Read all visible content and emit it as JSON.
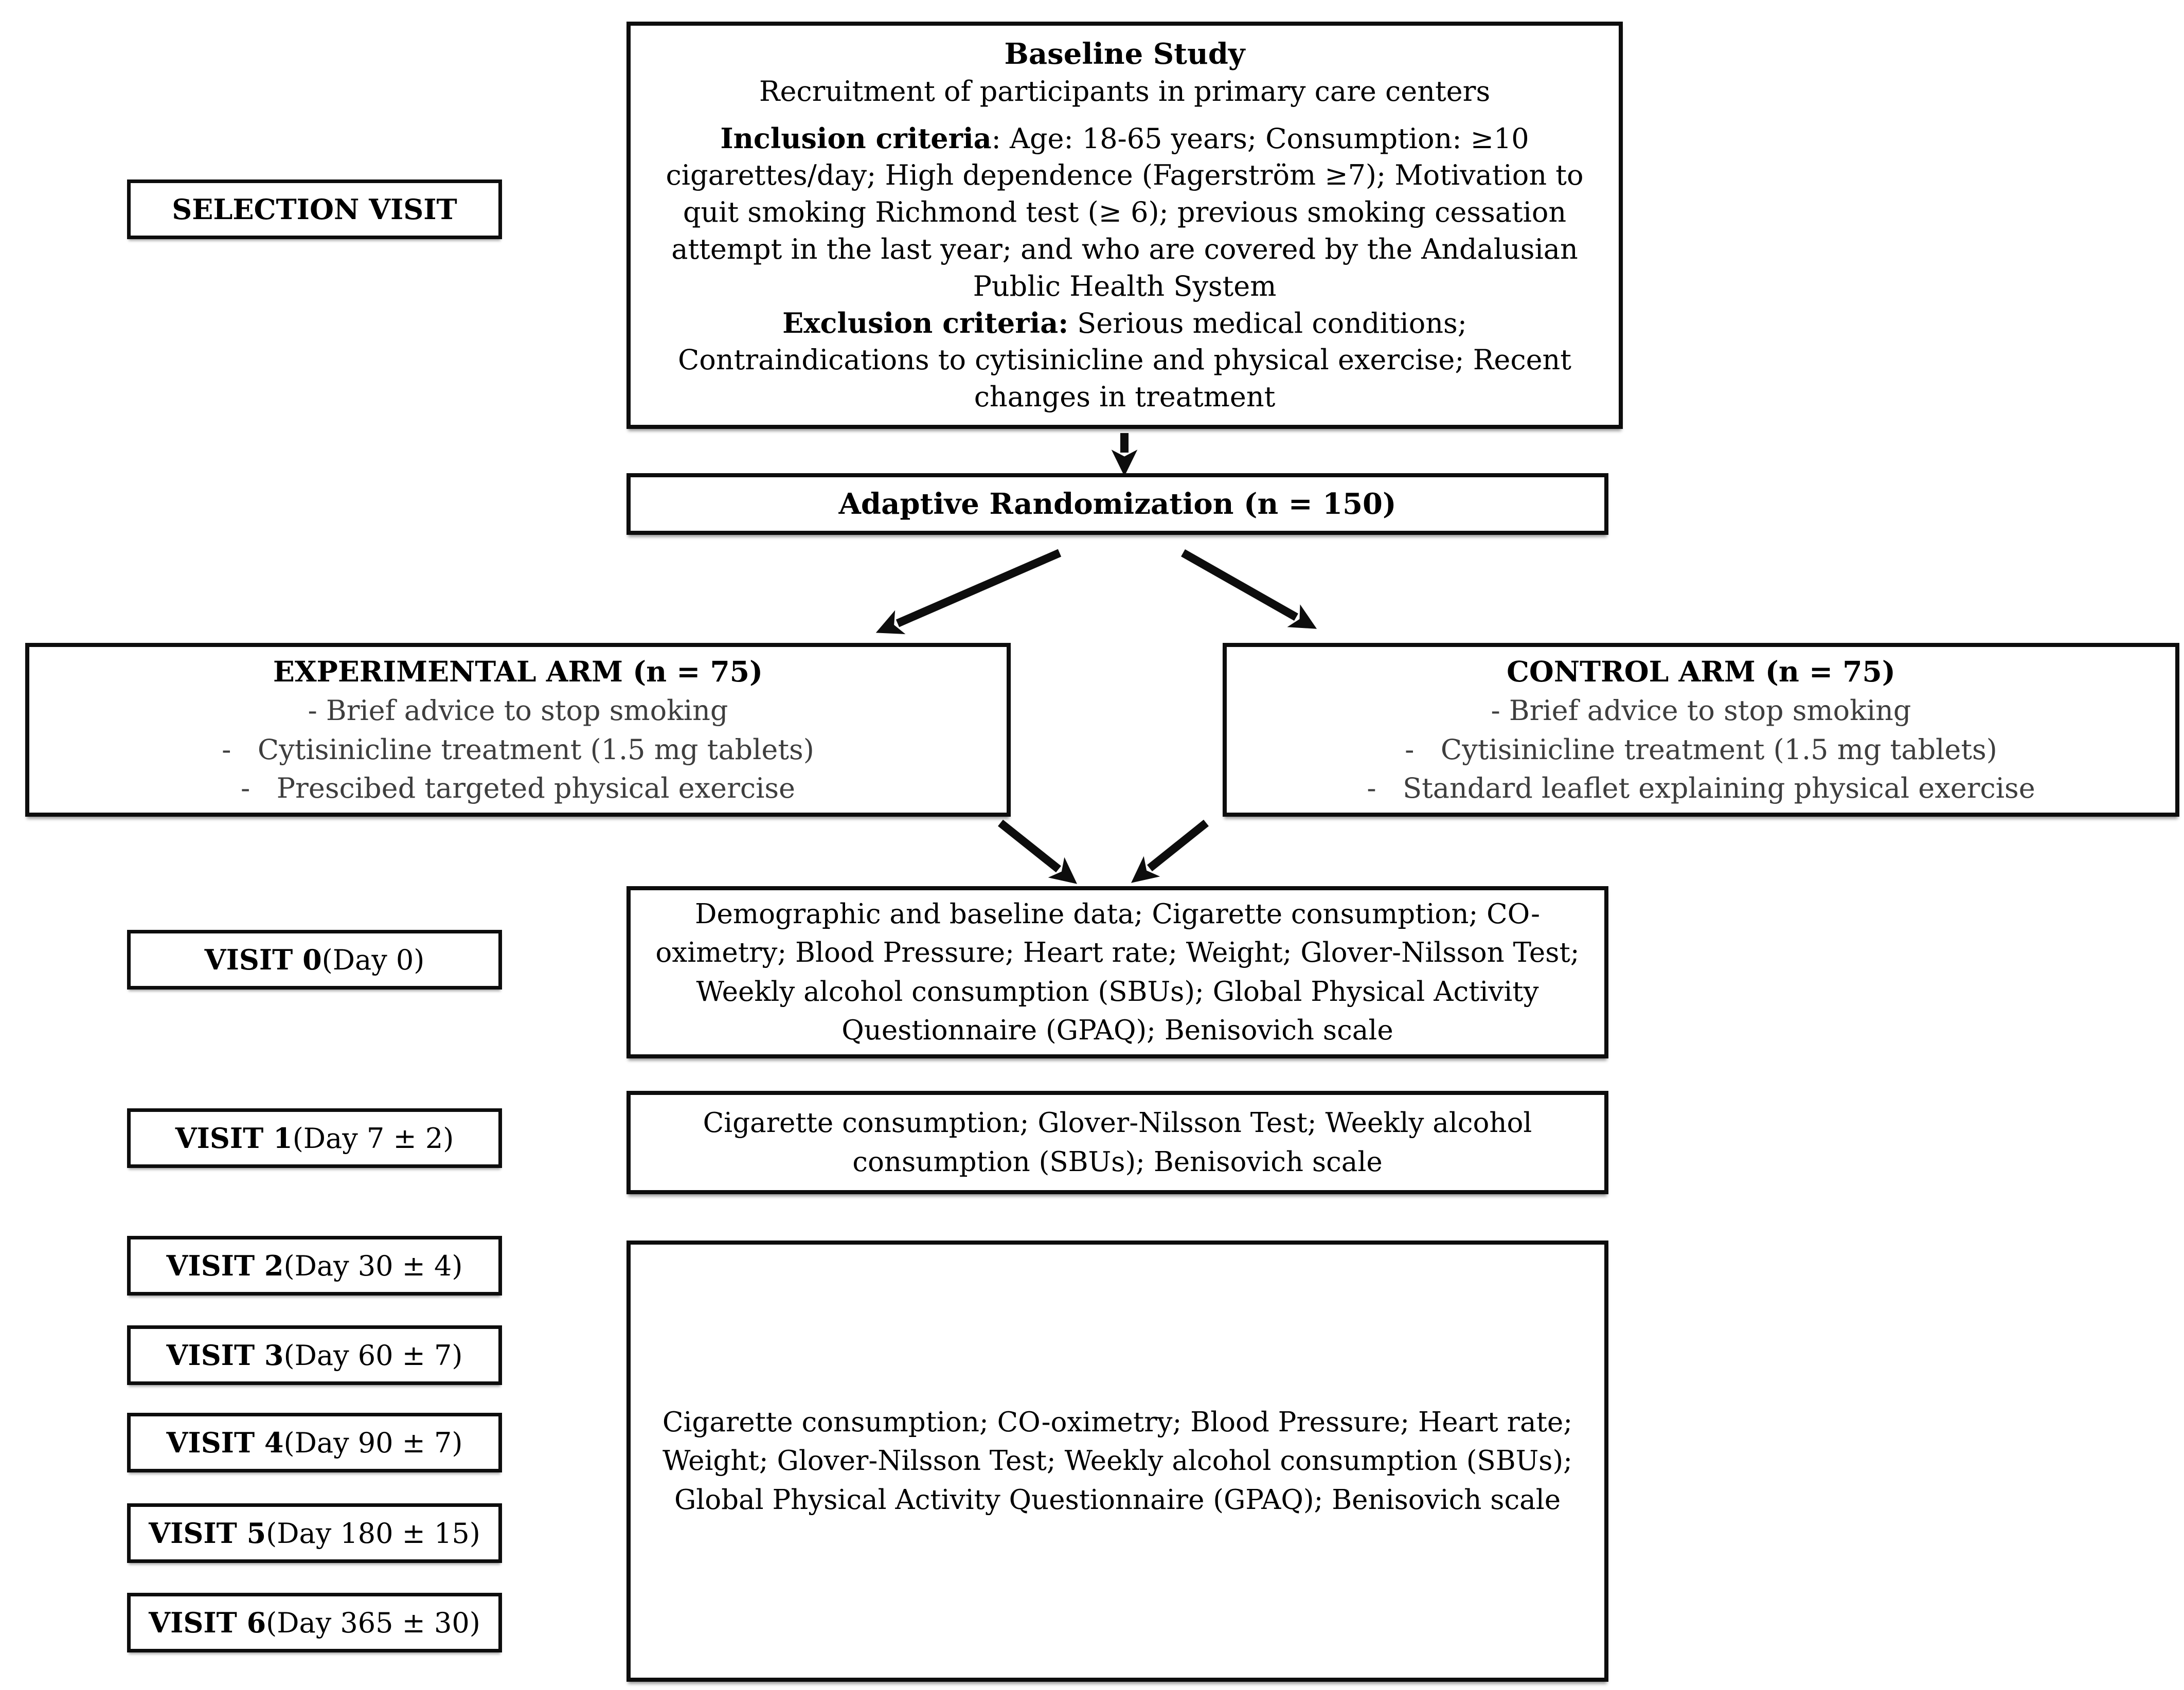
{
  "figure": {
    "selection_visit": {
      "label": "SELECTION VISIT"
    },
    "baseline": {
      "title": "Baseline Study",
      "subtitle": "Recruitment of participants in primary care centers",
      "inclusion_label": "Inclusion criteria",
      "inclusion_text": ": Age: 18-65 years; Consumption: ≥10 cigarettes/day; High dependence (Fagerström ≥7); Motivation to quit smoking Richmond test (≥ 6); previous smoking cessation attempt in the last year; and who are covered by the Andalusian Public Health System",
      "exclusion_label": "Exclusion criteria:",
      "exclusion_text": " Serious medical conditions; Contraindications to cytisinicline and physical exercise; Recent changes in treatment"
    },
    "randomization": {
      "label": "Adaptive Randomization (n = 150)"
    },
    "experimental_arm": {
      "title": "EXPERIMENTAL ARM (n = 75)",
      "items": [
        "- Brief advice to stop smoking",
        "-   Cytisinicline treatment (1.5 mg tablets)",
        "-   Prescibed targeted physical exercise"
      ]
    },
    "control_arm": {
      "title": "CONTROL ARM (n = 75)",
      "items": [
        "- Brief advice to stop smoking",
        "-   Cytisinicline treatment (1.5 mg tablets)",
        "-   Standard leaflet explaining physical exercise"
      ]
    },
    "visit0": {
      "label_bold": "VISIT 0",
      "label_rest": " (Day 0)",
      "text": "Demographic and baseline data; Cigarette consumption; CO-oximetry; Blood Pressure; Heart rate; Weight; Glover-Nilsson Test; Weekly alcohol consumption (SBUs); Global Physical Activity Questionnaire (GPAQ); Benisovich scale"
    },
    "visit1": {
      "label_bold": "VISIT 1",
      "label_rest": " (Day 7 ± 2)",
      "text": "Cigarette consumption; Glover-Nilsson Test; Weekly alcohol consumption (SBUs); Benisovich scale"
    },
    "visits2to6": {
      "labels": [
        {
          "bold": "VISIT 2",
          "rest": " (Day 30 ± 4)"
        },
        {
          "bold": "VISIT 3",
          "rest": " (Day 60 ± 7)"
        },
        {
          "bold": "VISIT 4",
          "rest": " (Day 90 ± 7)"
        },
        {
          "bold": "VISIT 5",
          "rest": " (Day 180 ± 15)"
        },
        {
          "bold": "VISIT 6",
          "rest": " (Day 365 ± 30)"
        }
      ],
      "text": "Cigarette consumption; CO-oximetry; Blood Pressure; Heart rate; Weight; Glover-Nilsson Test; Weekly alcohol consumption (SBUs); Global Physical Activity Questionnaire (GPAQ); Benisovich scale"
    }
  }
}
